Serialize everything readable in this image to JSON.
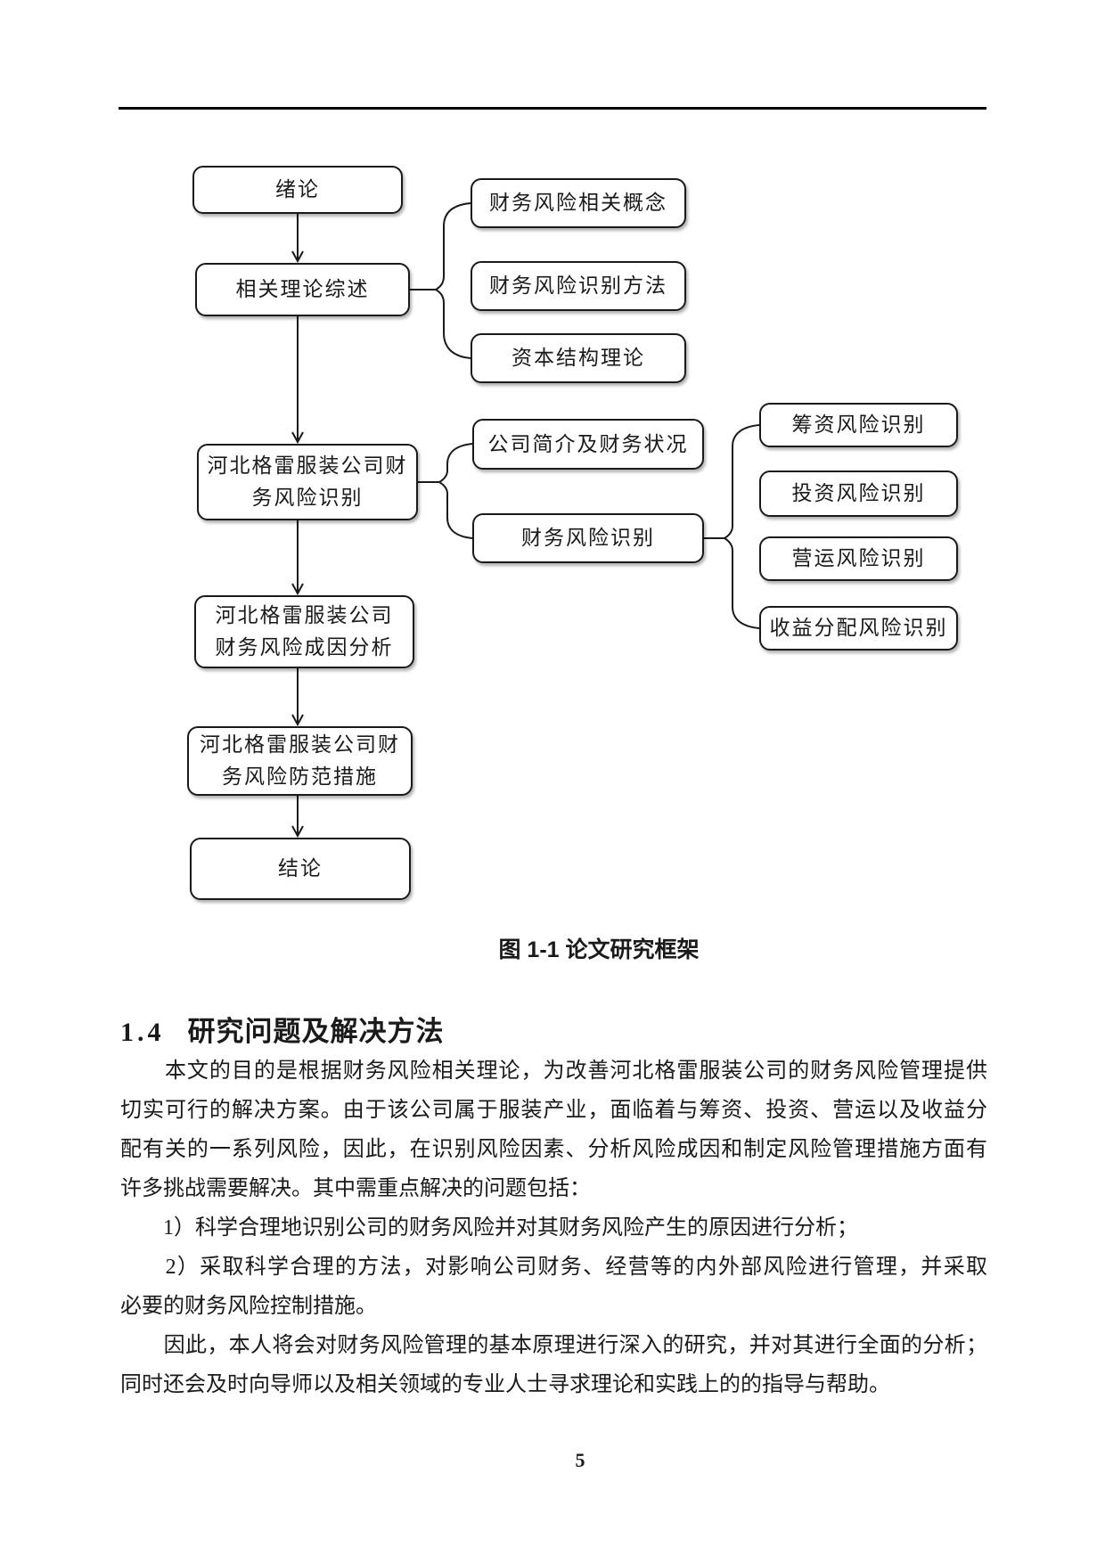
{
  "page": {
    "number": "5"
  },
  "colors": {
    "text": "#1a1a1a",
    "box_border": "#1a1a1a",
    "box_fill": "#ffffff",
    "rule": "#000000"
  },
  "flowchart": {
    "nodes": {
      "introduction": {
        "lines": [
          "绪论"
        ]
      },
      "theory_review": {
        "lines": [
          "相关理论综述"
        ]
      },
      "risk_concepts": {
        "lines": [
          "财务风险相关概念"
        ]
      },
      "risk_id_methods": {
        "lines": [
          "财务风险识别方法"
        ]
      },
      "capital_structure": {
        "lines": [
          "资本结构理论"
        ]
      },
      "company_risk_identification": {
        "lines": [
          "河北格雷服装公司财",
          "务风险识别"
        ]
      },
      "company_profile": {
        "lines": [
          "公司简介及财务状况"
        ]
      },
      "financial_risk_identification": {
        "lines": [
          "财务风险识别"
        ]
      },
      "financing_risk": {
        "lines": [
          "筹资风险识别"
        ]
      },
      "investment_risk": {
        "lines": [
          "投资风险识别"
        ]
      },
      "operation_risk": {
        "lines": [
          "营运风险识别"
        ]
      },
      "income_distribution_risk": {
        "lines": [
          "收益分配风险识别"
        ]
      },
      "cause_analysis": {
        "lines": [
          "河北格雷服装公司",
          "财务风险成因分析"
        ]
      },
      "prevention_measures": {
        "lines": [
          "河北格雷服装公司财",
          "务风险防范措施"
        ]
      },
      "conclusion": {
        "lines": [
          "结论"
        ]
      }
    }
  },
  "figure": {
    "caption": "图 1-1 论文研究框架"
  },
  "section": {
    "number": "1.4",
    "title": "研究问题及解决方法"
  },
  "body": {
    "lines": [
      {
        "t": "　　本文的目的是根据财务风险相关理论，为改善河北格雷服装公司的财务风险管理提供",
        "f": 1
      },
      {
        "t": "切实可行的解决方案。由于该公司属于服装产业，面临着与筹资、投资、营运以及收益分",
        "f": 1
      },
      {
        "t": "配有关的一系列风险，因此，在识别风险因素、分析风险成因和制定风险管理措施方面有",
        "f": 1
      },
      {
        "t": "许多挑战需要解决。其中需重点解决的问题包括：",
        "f": 0
      },
      {
        "t": "　　1）科学合理地识别公司的财务风险并对其财务风险产生的原因进行分析；",
        "f": 0
      },
      {
        "t": "　　2）采取科学合理的方法，对影响公司财务、经营等的内外部风险进行管理，并采取",
        "f": 1
      },
      {
        "t": "必要的财务风险控制措施。",
        "f": 0
      },
      {
        "t": "　　因此，本人将会对财务风险管理的基本原理进行深入的研究，并对其进行全面的分析；",
        "f": 1
      },
      {
        "t": "同时还会及时向导师以及相关领域的专业人士寻求理论和实践上的的指导与帮助。",
        "f": 0
      }
    ]
  }
}
